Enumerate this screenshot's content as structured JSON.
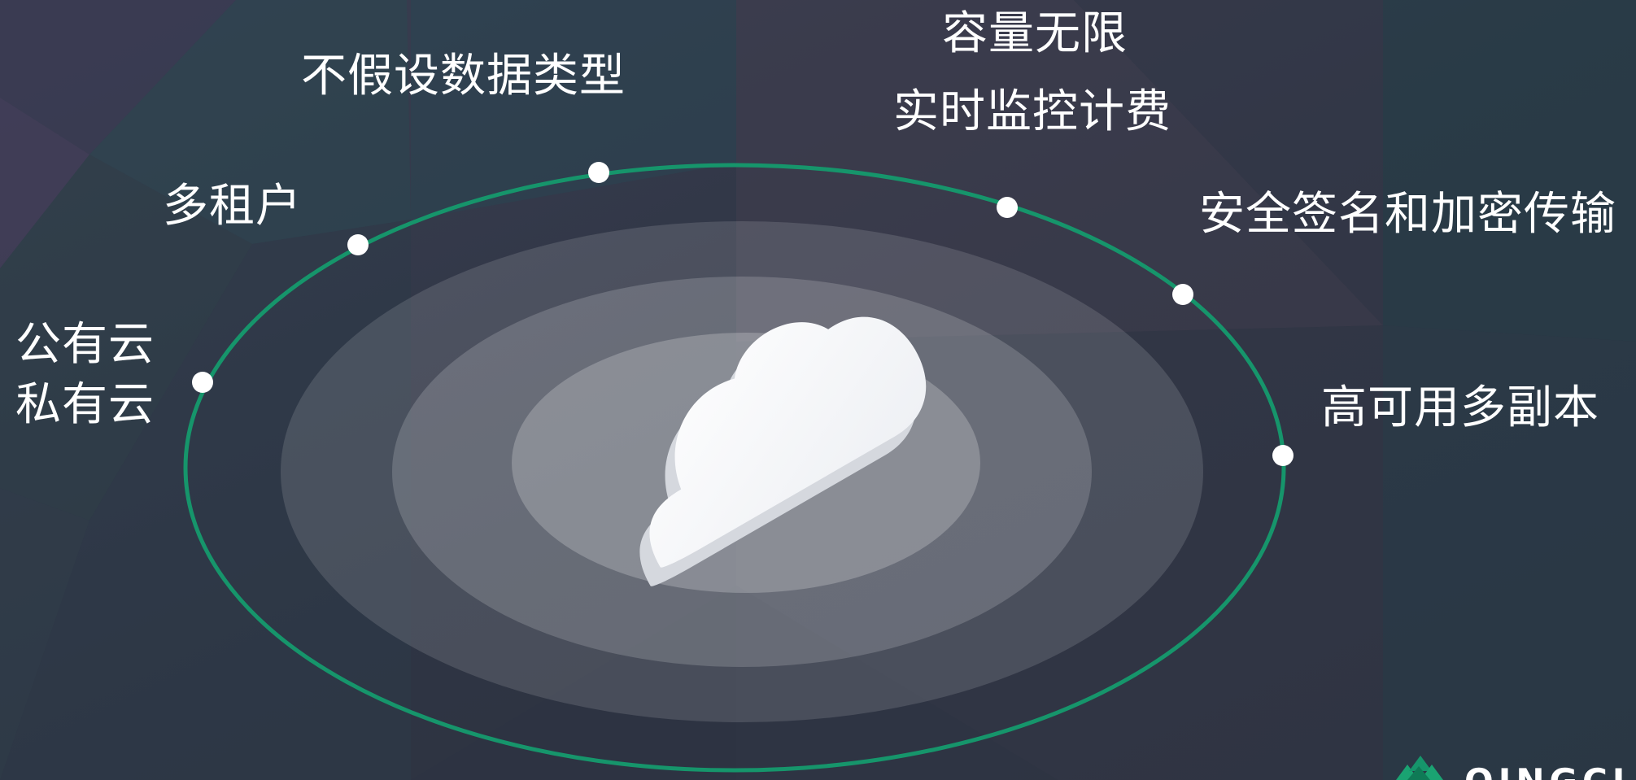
{
  "features": {
    "data_types": "不假设数据类型",
    "capacity": "容量无限",
    "billing": "实时监控计费",
    "multi_tenant": "多租户",
    "security": "安全签名和加密传输",
    "public_cloud": "公有云",
    "private_cloud": "私有云",
    "high_availability": "高可用多副本"
  },
  "brand": {
    "name": "QINGCLOU",
    "logo_icon": "qingcloud-logo-icon"
  },
  "center": {
    "icon": "cloud-icon"
  },
  "colors": {
    "background": "#2e3442",
    "orbit_ring": "#16956b",
    "text": "#ffffff",
    "marker_dot": "#ffffff",
    "brand_green": "#1aa372"
  }
}
